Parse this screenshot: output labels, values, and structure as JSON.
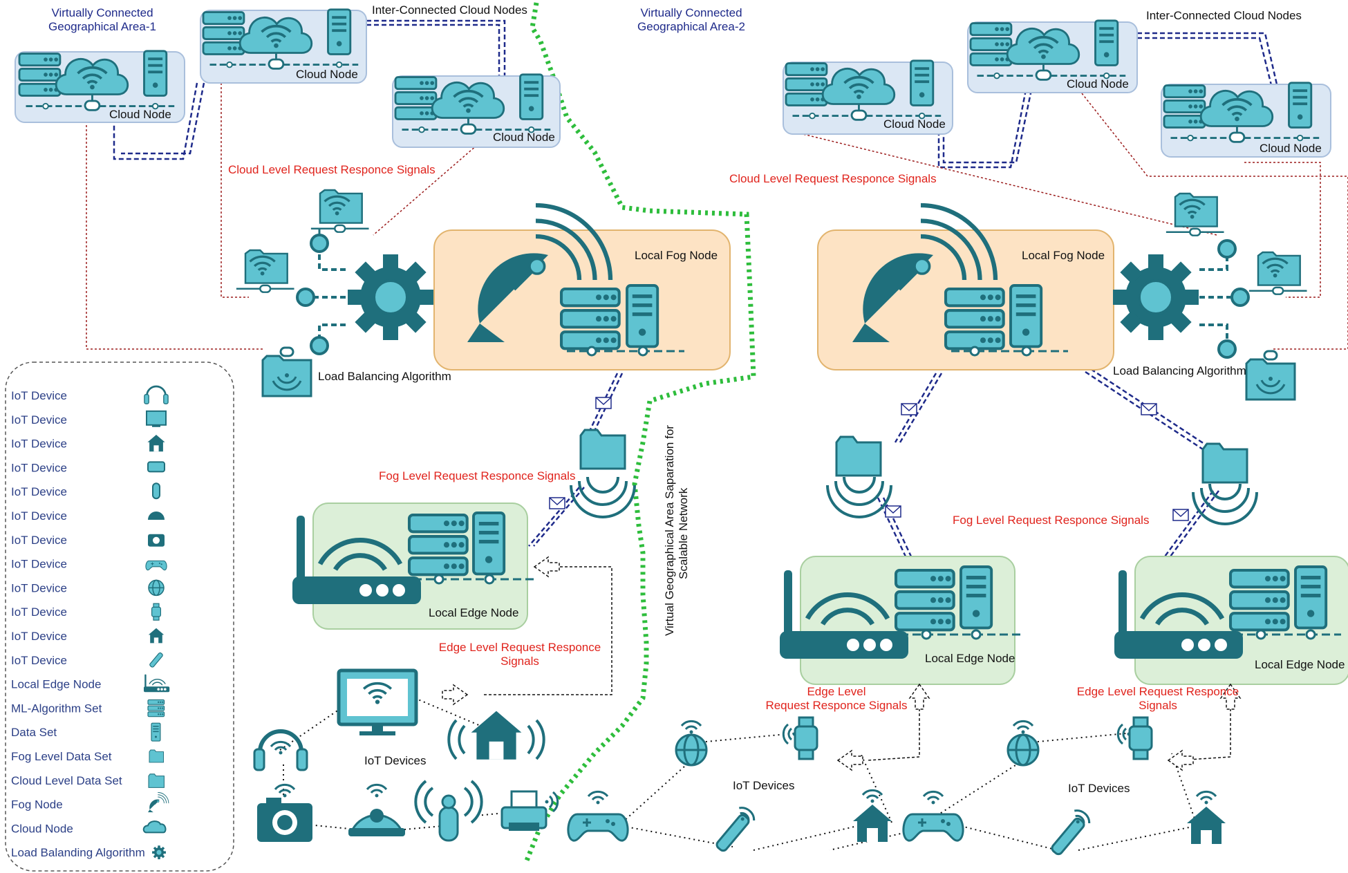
{
  "areas": {
    "area1_line1": "Virtually Connected",
    "area1_line2": "Geographical Area-1",
    "area2_line1": "Virtually Connected",
    "area2_line2": "Geographical Area-2"
  },
  "labels": {
    "inter_connected": "Inter-Connected Cloud Nodes",
    "cloud_node": "Cloud Node",
    "cloud_signals": "Cloud Level Request Responce Signals",
    "local_fog_node": "Local Fog Node",
    "load_balancing": "Load Balancing Algorithm",
    "fog_signals": "Fog Level Request Responce Signals",
    "local_edge_node": "Local Edge Node",
    "edge_signals_line1": "Edge Level Request Responce",
    "edge_signals_line2": "Signals",
    "edge_signals2_line1": "Edge Level",
    "edge_signals2_line2": "Request Responce Signals",
    "iot_devices": "IoT Devices",
    "separation_line1": "Virtual Geographical Area Saparation for",
    "separation_line2": "Scalable Network"
  },
  "legend": {
    "items": [
      {
        "label": "IoT Device",
        "icon": "headphones-icon"
      },
      {
        "label": "IoT Device",
        "icon": "monitor-icon"
      },
      {
        "label": "IoT Device",
        "icon": "smart-home-icon"
      },
      {
        "label": "IoT Device",
        "icon": "printer-icon"
      },
      {
        "label": "IoT Device",
        "icon": "touch-icon"
      },
      {
        "label": "IoT Device",
        "icon": "dome-camera-icon"
      },
      {
        "label": "IoT Device",
        "icon": "camera-icon"
      },
      {
        "label": "IoT Device",
        "icon": "gamepad-icon"
      },
      {
        "label": "IoT Device",
        "icon": "globe-icon"
      },
      {
        "label": "IoT Device",
        "icon": "smartwatch-icon"
      },
      {
        "label": "IoT Device",
        "icon": "house-icon"
      },
      {
        "label": "IoT Device",
        "icon": "remote-icon"
      },
      {
        "label": "Local Edge Node",
        "icon": "router-icon"
      },
      {
        "label": "ML-Algorithm Set",
        "icon": "server-stack-icon"
      },
      {
        "label": "Data Set",
        "icon": "server-tower-icon"
      },
      {
        "label": "Fog Level Data Set",
        "icon": "folder-icon"
      },
      {
        "label": "Cloud Level Data Set",
        "icon": "wifi-folder-icon"
      },
      {
        "label": "Fog Node",
        "icon": "satellite-dish-icon"
      },
      {
        "label": "Cloud Node",
        "icon": "cloud-icon"
      },
      {
        "label": "Load Balanding Algorithm",
        "icon": "gear-icon"
      }
    ]
  },
  "colors": {
    "teal_dark": "#1f6f7c",
    "teal_light": "#5fc3d1",
    "cloud_box": "#dbe7f4",
    "fog_box": "#fde3c4",
    "edge_box": "#dcefd8",
    "signal_red": "#e0231c",
    "link_navy": "#1e2a8a",
    "separator_green": "#2ebd3c"
  }
}
